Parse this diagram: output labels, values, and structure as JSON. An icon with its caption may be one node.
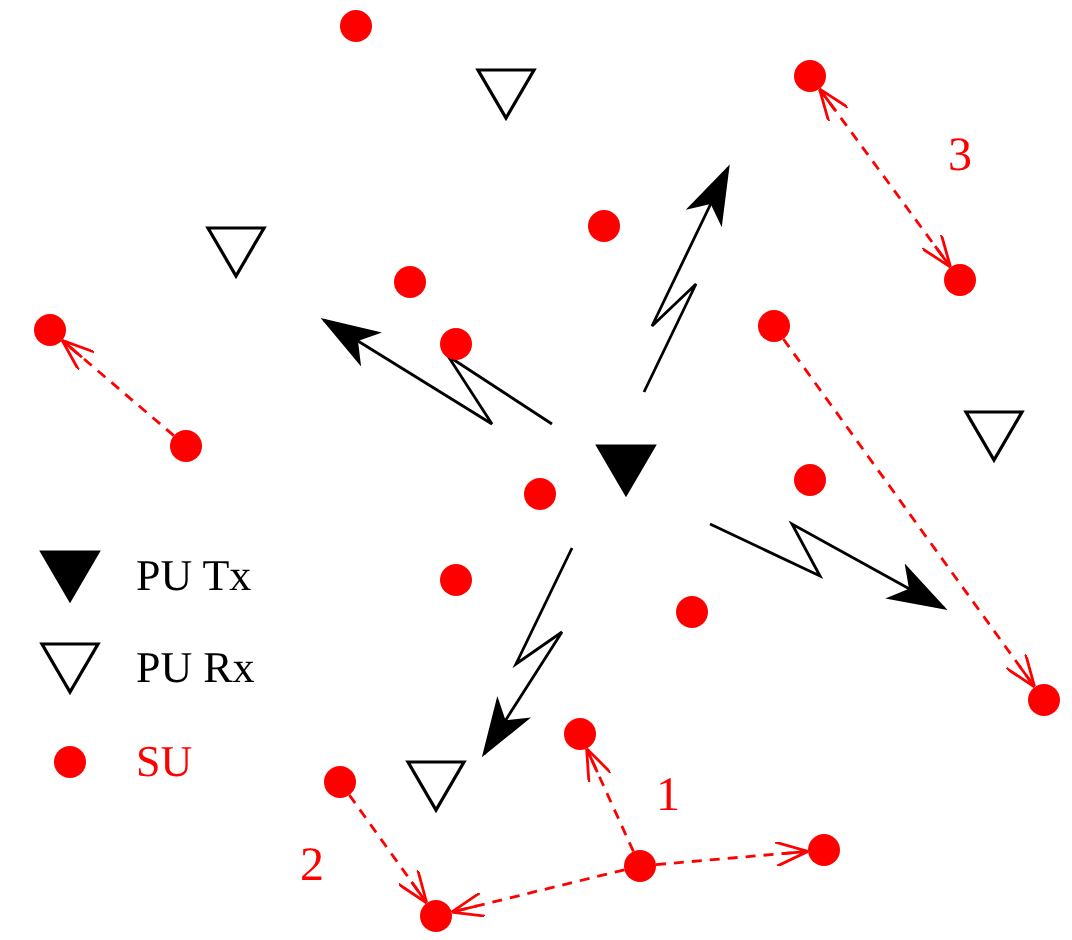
{
  "diagram": {
    "nodes": [
      {
        "text": [],
        "shape": "circle"
      },
      {
        "text": [],
        "shape": "circle"
      },
      {
        "text": [],
        "shape": "triangle"
      },
      {
        "text": [],
        "shape": "circle"
      },
      {
        "text": [],
        "shape": "triangle"
      },
      {
        "text": [],
        "shape": "circle"
      },
      {
        "text": [],
        "shape": "circle"
      },
      {
        "text": [],
        "shape": "circle"
      },
      {
        "text": [],
        "shape": "circle"
      },
      {
        "text": [],
        "shape": "circle"
      },
      {
        "text": [],
        "shape": "triangle"
      },
      {
        "text": [],
        "shape": "circle"
      },
      {
        "text": [],
        "shape": "triangle"
      },
      {
        "text": [],
        "shape": "circle"
      },
      {
        "text": [],
        "shape": "circle"
      },
      {
        "text": [],
        "shape": "circle"
      },
      {
        "text": [],
        "shape": "circle"
      },
      {
        "text": [],
        "shape": "circle"
      },
      {
        "text": [],
        "shape": "circle"
      },
      {
        "text": [],
        "shape": "circle"
      },
      {
        "text": [],
        "shape": "triangle"
      },
      {
        "text": [],
        "shape": "circle"
      },
      {
        "text": [],
        "shape": "circle"
      },
      {
        "text": [],
        "shape": "circle"
      }
    ],
    "edges": [
      {
        "from": 1,
        "to": 5,
        "arrow": "both",
        "style": "dashed"
      },
      {
        "from": 11,
        "to": 8,
        "arrow": "to",
        "style": "dashed"
      },
      {
        "from": 7,
        "to": 17,
        "arrow": "to",
        "style": "dashed"
      },
      {
        "from": 22,
        "to": 18,
        "arrow": "to",
        "style": "dashed"
      },
      {
        "from": 22,
        "to": 21,
        "arrow": "to",
        "style": "dashed"
      },
      {
        "from": 22,
        "to": 23,
        "arrow": "to",
        "style": "dashed"
      },
      {
        "from": 19,
        "to": 23,
        "arrow": "to",
        "style": "dashed"
      }
    ],
    "labels": [
      "3",
      "1",
      "2"
    ],
    "legend": [
      {
        "text": "PU Tx"
      },
      {
        "text": "PU Rx"
      },
      {
        "text": "SU",
        "color": "#ff0000"
      }
    ]
  }
}
